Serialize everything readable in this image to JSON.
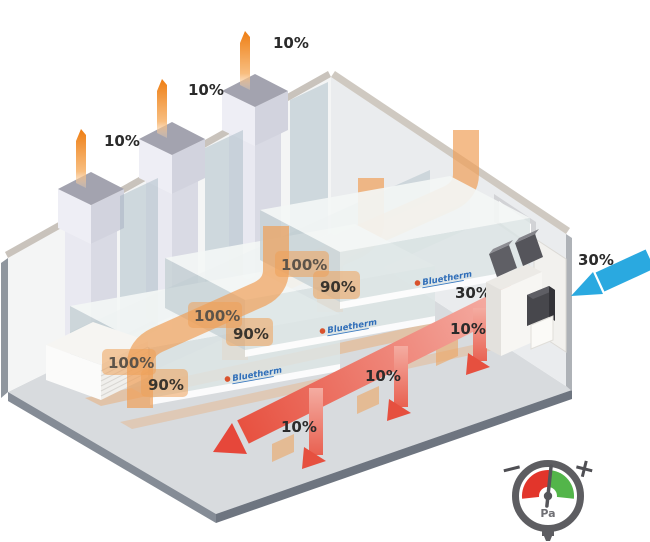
{
  "diagram": {
    "type": "boiler-room-airflow-isometric",
    "brand_logo": "Bluetherm",
    "labels": {
      "flue_outlets": [
        "10%",
        "10%",
        "10%"
      ],
      "unit_flows": [
        {
          "intake": "100%",
          "burner": "90%"
        },
        {
          "intake": "100%",
          "burner": "90%"
        },
        {
          "intake": "100%",
          "burner": "90%"
        }
      ],
      "floor_returns": [
        "10%",
        "10%",
        "10%"
      ],
      "recirculation": "30%",
      "outside_air": "30%"
    },
    "gauge": {
      "unit": "Pa",
      "minus": "−",
      "plus": "+"
    },
    "colors": {
      "flame_orange": "#ee7d12",
      "airflow_orange": "#efa058",
      "return_red": "#e6503f",
      "outside_air_blue": "#2aa9e0",
      "gauge_red": "#e2352b",
      "gauge_green": "#53b54a"
    }
  }
}
